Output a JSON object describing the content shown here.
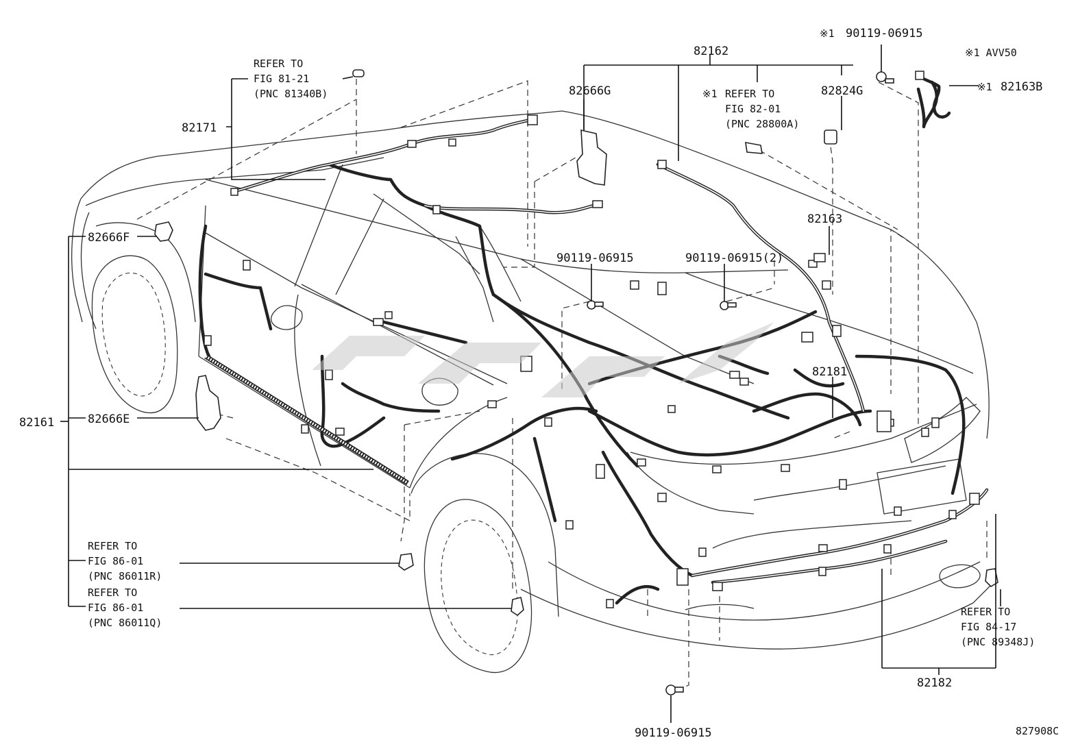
{
  "labels": {
    "p82162": "82162",
    "p82171": "82171",
    "p82666g": "82666G",
    "p82824g": "82824G",
    "p82163b": "82163B",
    "p82163": "82163",
    "p82666f": "82666F",
    "p82666e": "82666E",
    "p82161": "82161",
    "p82181": "82181",
    "p82182": "82182",
    "bolt_a": "90119-06915",
    "bolt_b": "90119-06915(2)",
    "bolt_bottom": "90119-06915",
    "bolt_top": "90119-06915",
    "mark_top_bolt": "※1",
    "mark_avv50": "※1 AVV50",
    "mark_82163b": "※1",
    "mark_refer_82": "※1",
    "diagram_code": "827908C"
  },
  "references": {
    "fig81": {
      "l1": "REFER TO",
      "l2": "FIG 81-21",
      "l3": "(PNC 81340B)"
    },
    "fig82": {
      "l1": "REFER TO",
      "l2": "FIG 82-01",
      "l3": "(PNC 28800A)"
    },
    "fig86r": {
      "l1": "REFER TO",
      "l2": "FIG 86-01",
      "l3": "(PNC 86011R)"
    },
    "fig86q": {
      "l1": "REFER TO",
      "l2": "FIG 86-01",
      "l3": "(PNC 86011Q)"
    },
    "fig84": {
      "l1": "REFER TO",
      "l2": "FIG 84-17",
      "l3": "(PNC 89348J)"
    }
  }
}
